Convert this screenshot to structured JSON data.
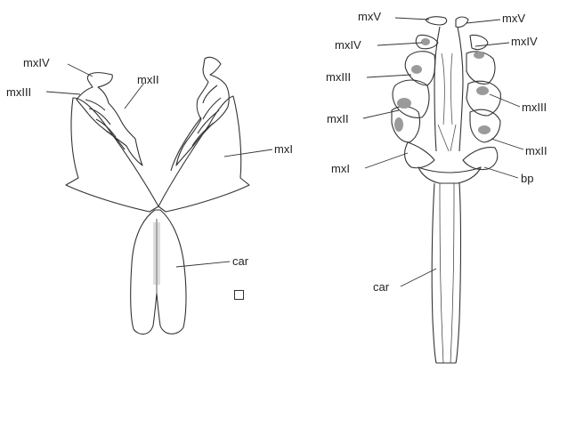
{
  "left_figure": {
    "labels": {
      "mxIV": "mxIV",
      "mxIII": "mxIII",
      "mxII": "mxII",
      "mxI": "mxI",
      "car": "car"
    }
  },
  "right_figure": {
    "labels": {
      "mxV_left": "mxV",
      "mxV_right": "mxV",
      "mxIV_left": "mxIV",
      "mxIV_right": "mxIV",
      "mxIII_left": "mxIII",
      "mxIII_right": "mxIII",
      "mxII_left": "mxII",
      "mxII_right": "mxII",
      "mxI": "mxI",
      "bp": "bp",
      "car": "car"
    }
  },
  "colors": {
    "line": "#333333",
    "shade": "#9a9a9a",
    "paper": "#ffffff"
  }
}
